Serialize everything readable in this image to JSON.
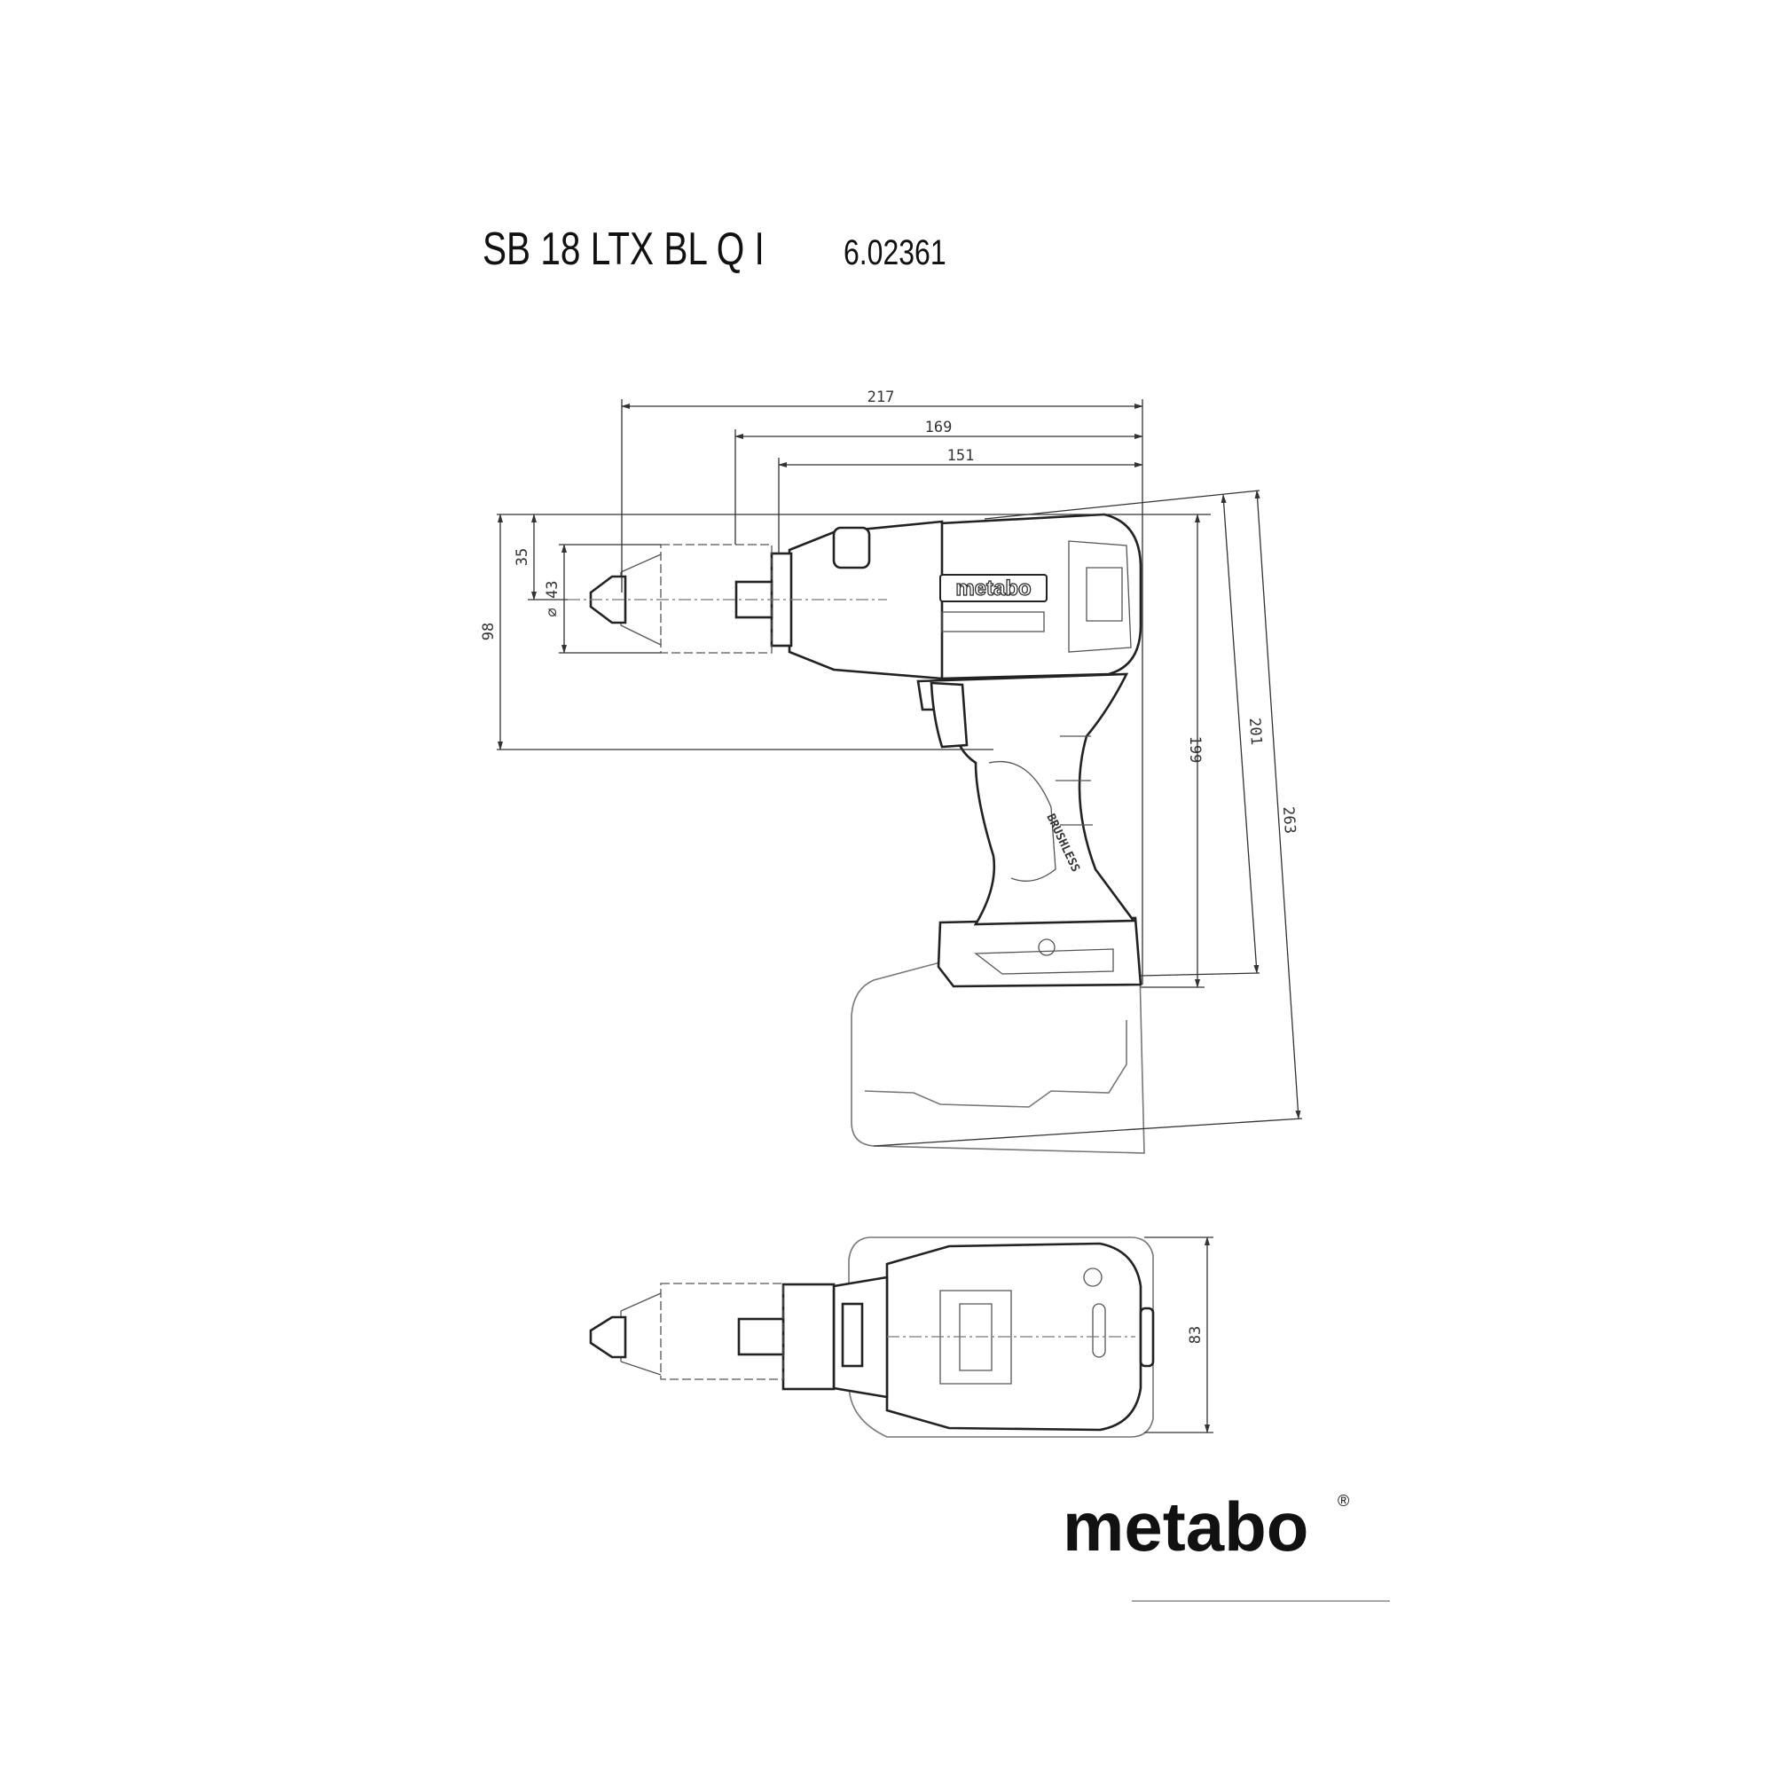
{
  "header": {
    "model": "SB 18 LTX BL Q I",
    "article_number": "6.02361"
  },
  "dimensions": {
    "overall_length": "217",
    "length_without_chuck_tip": "169",
    "housing_length": "151",
    "spindle_height": "98",
    "spindle_offset": "35",
    "chuck_diameter": "⌀ 43",
    "height_without_battery": "199",
    "diagonal_height": "201",
    "height_with_battery": "263",
    "width": "83"
  },
  "housing_logo": "metabo",
  "brand": {
    "logo": "metabo",
    "registered": "®"
  }
}
